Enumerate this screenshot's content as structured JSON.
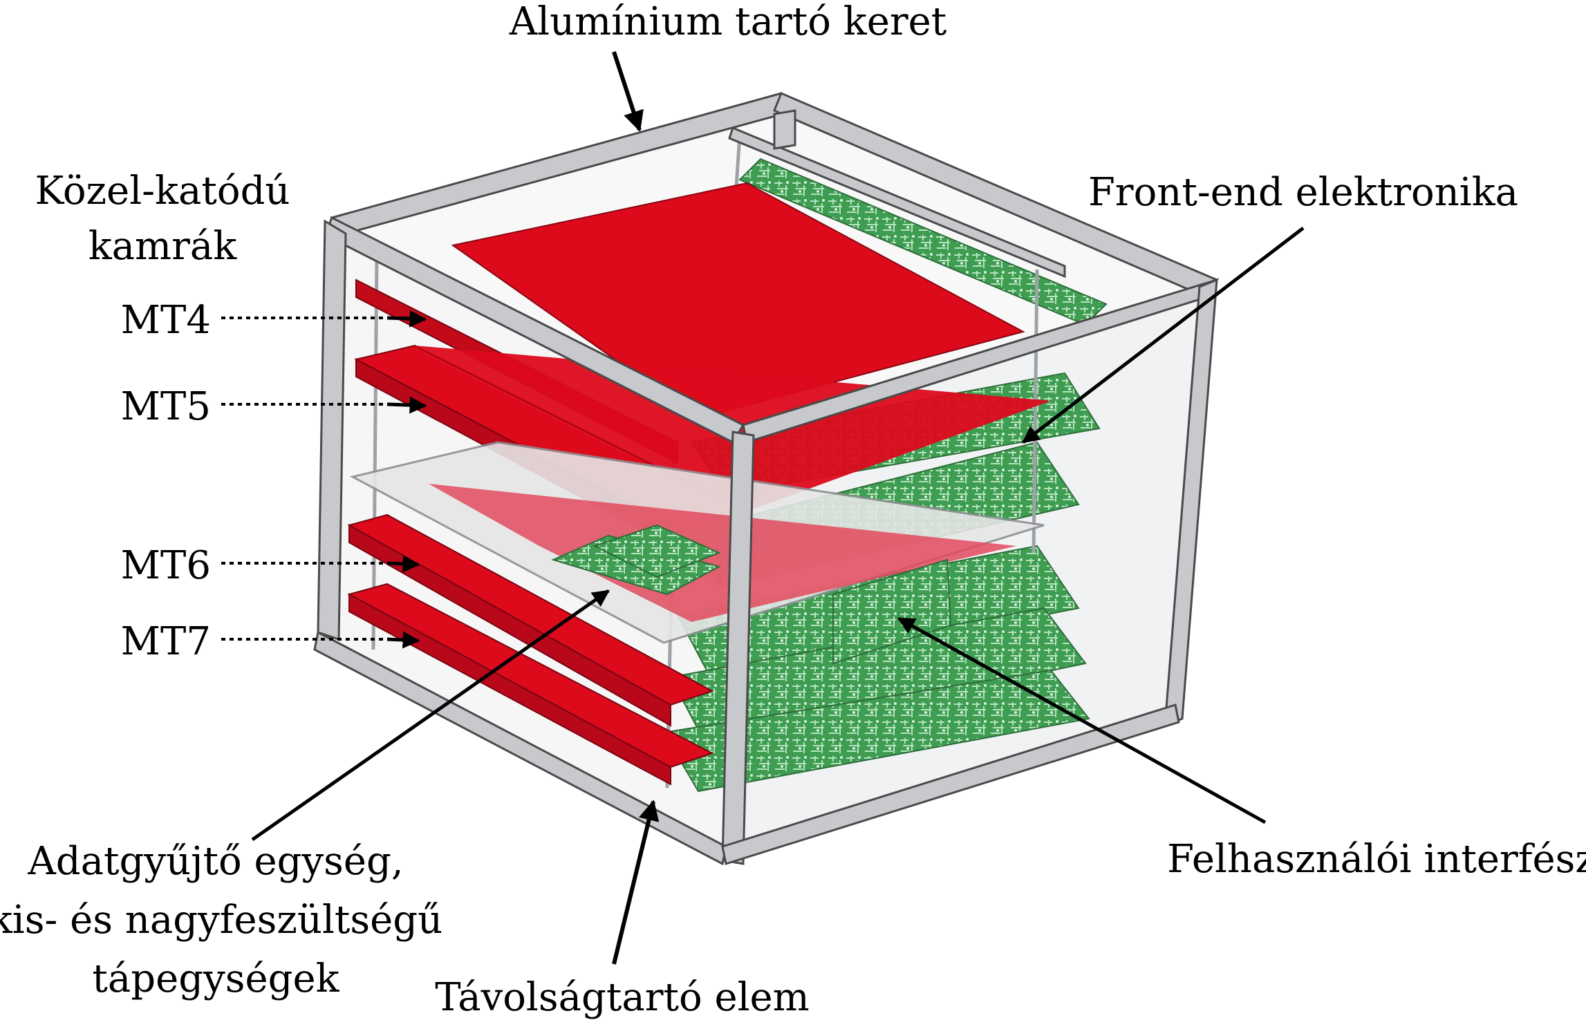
{
  "labels": {
    "frame": "Alumínium tartó keret",
    "chambers_line1": "Közel-katódú",
    "chambers_line2": "kamrák",
    "mt4": "MT4",
    "mt5": "MT5",
    "mt6": "MT6",
    "mt7": "MT7",
    "frontend": "Front-end elektronika",
    "daq_line1": "Adatgyűjtő egység,",
    "daq_line2": "kis- és nagyfeszültségű",
    "daq_line3": "tápegységek",
    "user_interface": "Felhasználói interfész",
    "spacer": "Távolságtartó elem"
  },
  "colors": {
    "chamber_red": "#dd0a1c",
    "chamber_red_dark": "#b8081a",
    "pcb_green": "#3a9a4e",
    "pcb_green_light": "#8ccf98",
    "frame_grey": "#c7c9cc",
    "frame_edge": "#4a4a4a",
    "text": "#000000"
  }
}
